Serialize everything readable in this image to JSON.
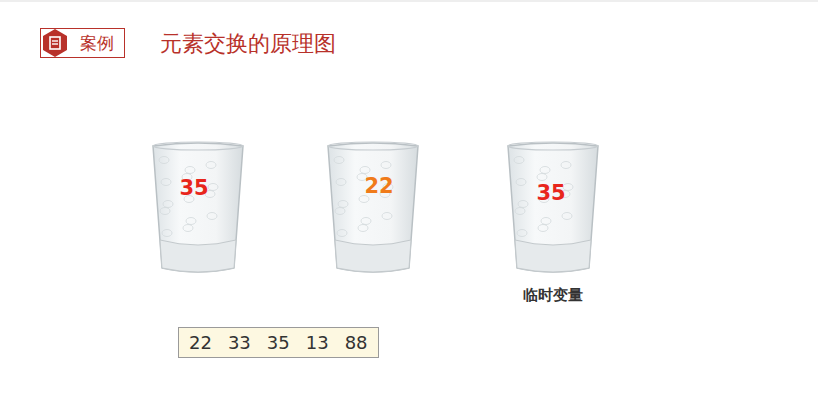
{
  "diagram": {
    "title": "元素交换的原理图",
    "nodes": [
      {
        "text": [
          "案例"
        ]
      },
      {
        "text": [
          "35"
        ]
      },
      {
        "text": [
          "22"
        ]
      },
      {
        "text": [
          "35",
          "临时变量"
        ]
      },
      {
        "text": [
          "22",
          "33",
          "35",
          "13",
          "88"
        ]
      }
    ]
  }
}
